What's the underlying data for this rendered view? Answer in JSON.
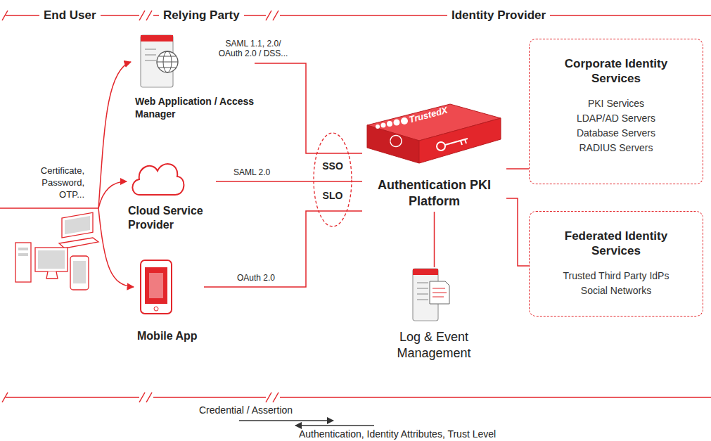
{
  "diagram": {
    "nodes": [
      {
        "text": [
          "Web Application / Access Manager"
        ]
      },
      {
        "text": [
          "Corporate Identity Services",
          "PKI Services",
          "LDAP/AD Servers",
          "Database Servers",
          "RADIUS Servers"
        ]
      },
      {
        "text": [
          "Cloud Service Provider"
        ]
      },
      {
        "text": [
          "SSO",
          "SLO"
        ]
      },
      {
        "text": [
          "Authentication PKI Platform"
        ]
      },
      {
        "text": [
          "Federated Identity Services",
          "Trusted Third Party IdPs",
          "Social Networks"
        ]
      },
      {
        "text": [
          "Mobile App"
        ]
      },
      {
        "text": [
          "Log & Event Management"
        ]
      }
    ],
    "edges": [
      {
        "from": 0,
        "to": 4,
        "arrow": "none",
        "label": "SAML 1.1, 2.0/ OAuth 2.0 / DSS..."
      },
      {
        "from": 2,
        "to": 4,
        "arrow": "none",
        "label": "SAML 2.0"
      },
      {
        "from": 6,
        "to": 4,
        "arrow": "none",
        "label": "OAuth 2.0"
      },
      {
        "from": 4,
        "to": 1,
        "arrow": "none"
      },
      {
        "from": 4,
        "to": 5,
        "arrow": "none"
      },
      {
        "from": 4,
        "to": 7,
        "arrow": "none"
      }
    ],
    "labels": [
      "End User",
      "Relying Party",
      "Identity Provider",
      "Certificate, Password, OTP...",
      "TrustedX",
      "Credential / Assertion",
      "Authentication, Identity Attributes, Trust Level"
    ]
  }
}
